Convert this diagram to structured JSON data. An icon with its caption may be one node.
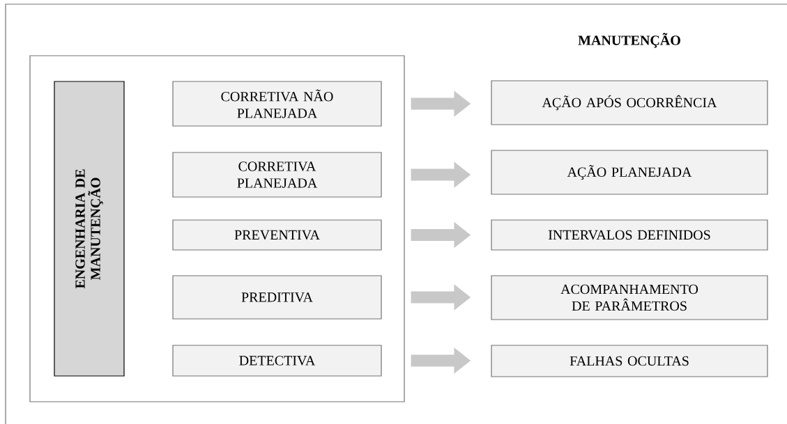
{
  "diagram": {
    "title": "MANUTENÇÃO",
    "nodes": [
      {
        "text": [],
        "shape": "box"
      },
      {
        "text": [
          "ENGENHARIA DE MANUTENÇÃO"
        ],
        "in": 0
      },
      {
        "text": [
          "CORRETIVA NÃO PLANEJADA"
        ],
        "in": 0
      },
      {
        "text": [
          "CORRETIVA PLANEJADA"
        ],
        "in": 0
      },
      {
        "text": [
          "PREVENTIVA"
        ],
        "in": 0
      },
      {
        "text": [
          "PREDITIVA"
        ],
        "in": 0
      },
      {
        "text": [
          "DETECTIVA"
        ],
        "in": 0
      },
      {
        "text": [
          "AÇÃO APÓS OCORRÊNCIA"
        ]
      },
      {
        "text": [
          "AÇÃO PLANEJADA"
        ]
      },
      {
        "text": [
          "INTERVALOS DEFINIDOS"
        ]
      },
      {
        "text": [
          "ACOMPANHAMENTO DE PARÂMETROS"
        ]
      },
      {
        "text": [
          "FALHAS OCULTAS"
        ]
      }
    ],
    "edges": [
      {
        "from": 2,
        "to": 7,
        "arrow": "to"
      },
      {
        "from": 3,
        "to": 8,
        "arrow": "to"
      },
      {
        "from": 4,
        "to": 9,
        "arrow": "to"
      },
      {
        "from": 5,
        "to": 10,
        "arrow": "to"
      },
      {
        "from": 6,
        "to": 11,
        "arrow": "to"
      }
    ]
  }
}
